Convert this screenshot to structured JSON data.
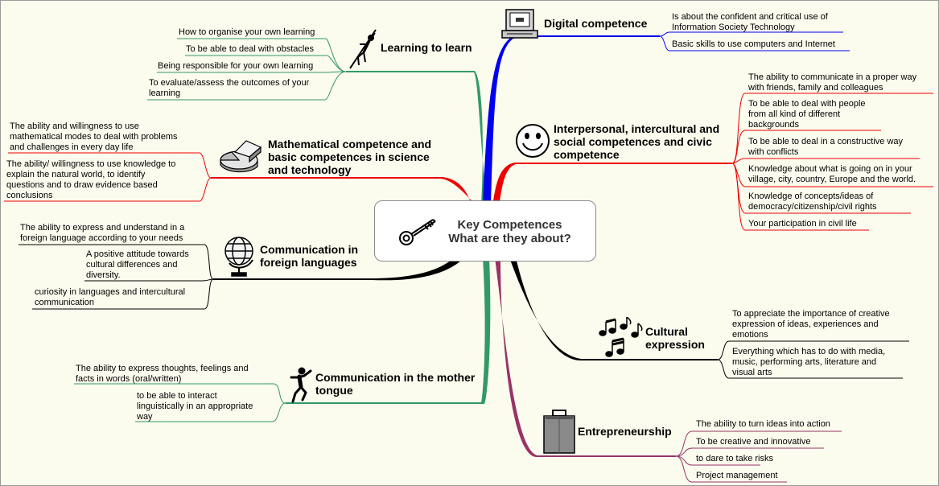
{
  "center": {
    "line1": "Key Competences",
    "line2": "What are they about?"
  },
  "branches": {
    "digital": {
      "title": "Digital competence",
      "color": "#0000ee",
      "icon": "computer-icon",
      "items": [
        "Is about the confident and critical use of",
        "Information Society Technology",
        "Basic skills to use computers and Internet"
      ]
    },
    "interpersonal": {
      "title_lines": [
        "Interpersonal, intercultural and",
        "social competences and civic",
        "competence"
      ],
      "color": "#ee0000",
      "icon": "smiley-icon",
      "items": [
        "The ability to communicate in a proper way",
        "with friends, family and colleagues",
        "To be able to deal with people",
        "from all kind of different",
        "backgrounds",
        "To be able to deal in a constructive way",
        "with conflicts",
        "Knowledge about what is going on in your",
        "village, city, country, Europe and the world.",
        "Knowledge of concepts/ideas of",
        "democracy/citizenship/civil rights",
        "Your participation in civil life"
      ]
    },
    "cultural": {
      "title_lines": [
        "Cultural",
        "expression"
      ],
      "color": "#000000",
      "icon": "music-notes-icon",
      "items": [
        "To appreciate the importance of creative",
        "expression of ideas, experiences and",
        "emotions",
        "Everything which has to do with media,",
        "music, performing arts, literature and",
        "visual arts"
      ]
    },
    "entrepreneurship": {
      "title": "Entrepreneurship",
      "color": "#993366",
      "icon": "briefcase-icon",
      "items": [
        "The ability to turn ideas into action",
        "To be creative and innovative",
        "to dare to take risks",
        "Project management"
      ]
    },
    "learning": {
      "title": "Learning to learn",
      "color": "#339966",
      "icon": "climber-icon",
      "items": [
        "How to organise your own learning",
        "To be able to deal with obstacles",
        "Being responsible for your own learning",
        "To evaluate/assess the outcomes of your",
        "learning"
      ]
    },
    "math": {
      "title_lines": [
        "Mathematical competence and",
        "basic competences in science",
        "and technology"
      ],
      "color": "#ee0000",
      "icon": "pie-chart-icon",
      "items": [
        "The ability and willingness to use",
        "mathematical modes to deal with problems",
        "and challenges in every day life",
        "The ability/ willingness to use knowledge to",
        "explain the natural world, to identify",
        "questions  and to draw evidence based",
        "conclusions"
      ]
    },
    "foreign": {
      "title_lines": [
        "Communication in",
        "foreign languages"
      ],
      "color": "#000000",
      "icon": "globe-icon",
      "items": [
        "The ability to express and understand in a",
        "foreign language according to your needs",
        "A positive attitude towards",
        "cultural differences and",
        "diversity.",
        "curiosity in languages and intercultural",
        "communication"
      ]
    },
    "mother": {
      "title_lines": [
        "Communication in the mother",
        "tongue"
      ],
      "color": "#339966",
      "icon": "jumping-person-icon",
      "items": [
        "The ability to express thoughts, feelings and",
        "facts in words (oral/written)",
        "to be able to interact",
        "linguistically in an appropriate",
        "way"
      ]
    }
  }
}
